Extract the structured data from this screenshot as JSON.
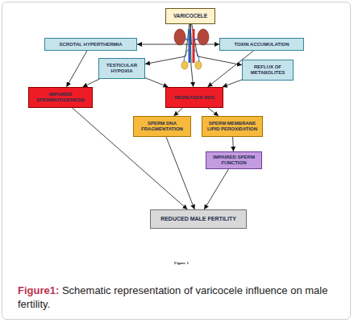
{
  "diagram": {
    "caption": "Schematic representation of varicocele influence on male fertility.",
    "nodes": [
      {
        "text": [
          "VARICOCELE"
        ]
      },
      {
        "text": [
          "SCROTAL HYPERTHERMIA"
        ]
      },
      {
        "text": [
          "TOXIN ACCUMULATION"
        ]
      },
      {
        "text": [
          "TESTICULAR HYPOXIA"
        ]
      },
      {
        "text": [
          "REFLUX OF METABOLITES"
        ]
      },
      {
        "text": [
          "IMPAIRED SPERMATOGENESIS"
        ]
      },
      {
        "text": [
          "INCREASED ROS"
        ]
      },
      {
        "text": [
          "SPERM DNA FRAGMENTATION"
        ]
      },
      {
        "text": [
          "SPERM MEMBRANE LIPID PEROXIDATION"
        ]
      },
      {
        "text": [
          "IMPAIRED SPERM FUNCTION"
        ]
      },
      {
        "text": [
          "REDUCED MALE FERTILITY"
        ]
      }
    ],
    "edges": [
      {
        "from": 0,
        "to": 1,
        "arrow": "to"
      },
      {
        "from": 0,
        "to": 2,
        "arrow": "to"
      },
      {
        "from": 0,
        "to": 3,
        "arrow": "to"
      },
      {
        "from": 0,
        "to": 4,
        "arrow": "to"
      },
      {
        "from": 0,
        "to": 6,
        "arrow": "to"
      },
      {
        "from": 1,
        "to": 5,
        "arrow": "to"
      },
      {
        "from": 3,
        "to": 5,
        "arrow": "to"
      },
      {
        "from": 3,
        "to": 6,
        "arrow": "to"
      },
      {
        "from": 2,
        "to": 6,
        "arrow": "to"
      },
      {
        "from": 4,
        "to": 6,
        "arrow": "to"
      },
      {
        "from": 6,
        "to": 7,
        "arrow": "to"
      },
      {
        "from": 6,
        "to": 8,
        "arrow": "to"
      },
      {
        "from": 8,
        "to": 9,
        "arrow": "to"
      },
      {
        "from": 5,
        "to": 10,
        "arrow": "to"
      },
      {
        "from": 7,
        "to": 10,
        "arrow": "to"
      },
      {
        "from": 9,
        "to": 10,
        "arrow": "to"
      }
    ],
    "labels": [
      "Figure 1",
      "Figure1:"
    ]
  }
}
